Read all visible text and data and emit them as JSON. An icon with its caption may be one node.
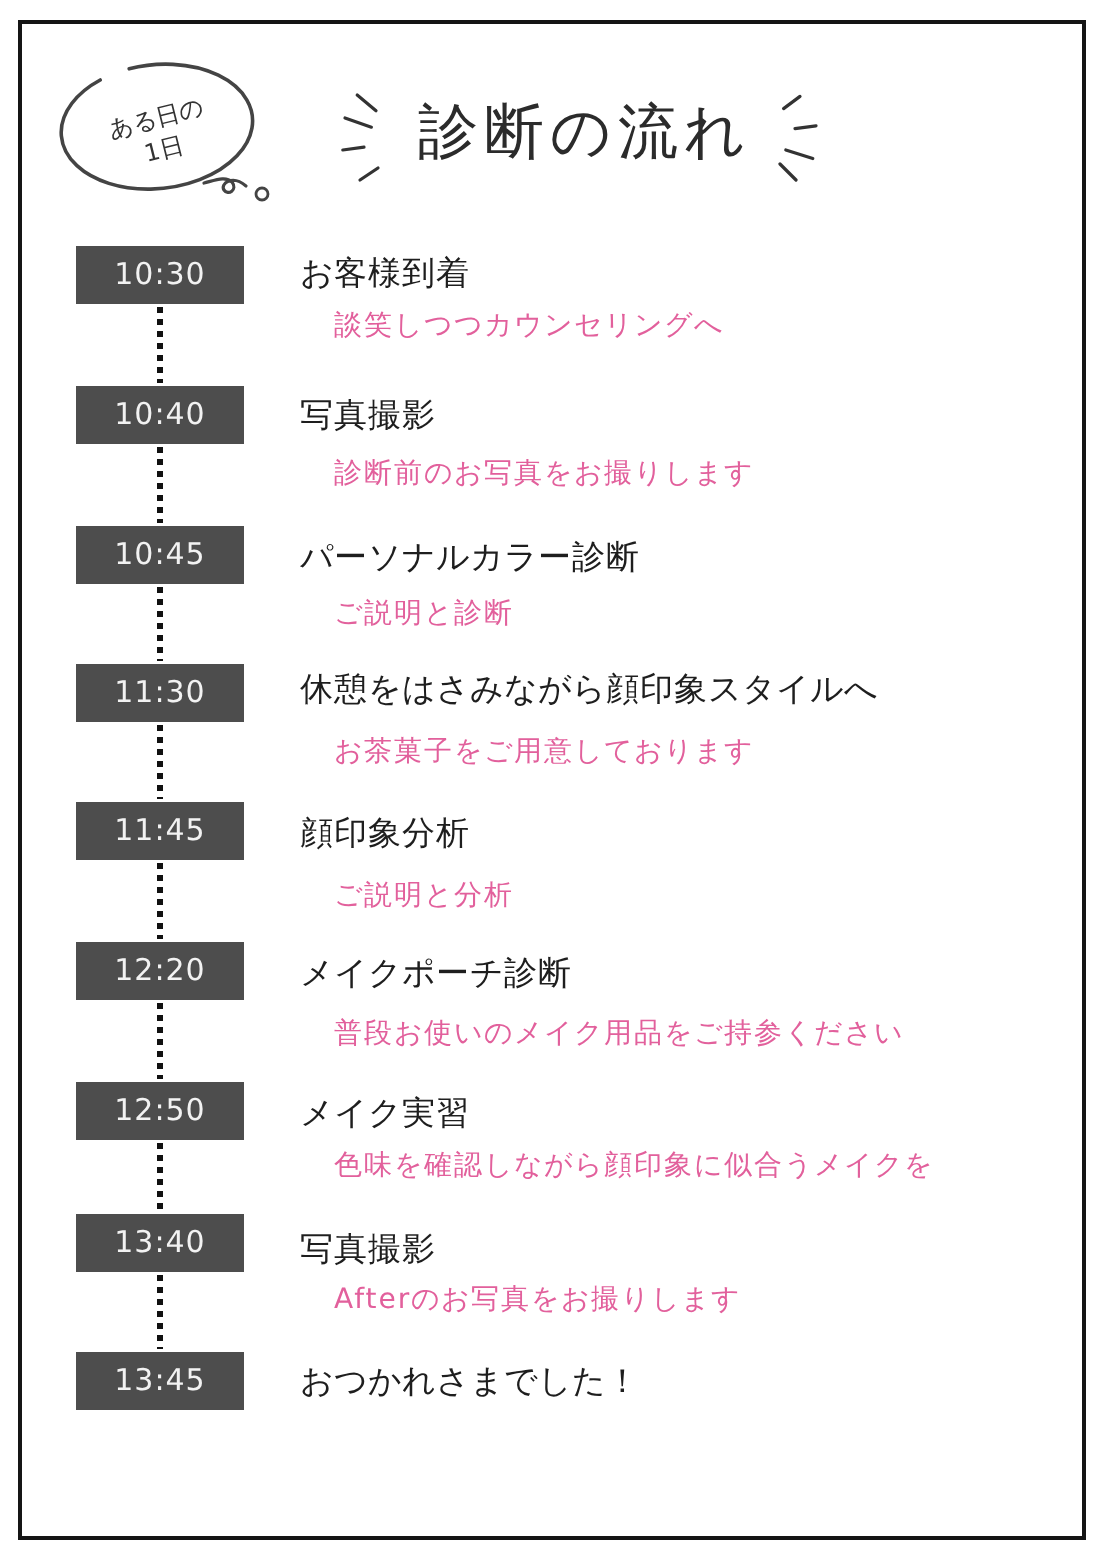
{
  "diagram": {
    "title": "診断の流れ",
    "nodes": [
      {
        "text": [
          "ある日の1日"
        ]
      },
      {
        "text": [
          "10:30"
        ],
        "beside": [
          "お客様到着",
          "談笑しつつカウンセリングへ"
        ]
      },
      {
        "text": [
          "10:40"
        ],
        "beside": [
          "写真撮影",
          "診断前のお写真をお撮りします"
        ]
      },
      {
        "text": [
          "10:45"
        ],
        "beside": [
          "パーソナルカラー診断",
          "ご説明と診断"
        ]
      },
      {
        "text": [
          "11:30"
        ],
        "beside": [
          "休憩をはさみながら顔印象スタイルへ",
          "お茶菓子をご用意しております"
        ]
      },
      {
        "text": [
          "11:45"
        ],
        "beside": [
          "顔印象分析",
          "ご説明と分析"
        ]
      },
      {
        "text": [
          "12:20"
        ],
        "beside": [
          "メイクポーチ診断",
          "普段お使いのメイク用品をご持参ください"
        ]
      },
      {
        "text": [
          "12:50"
        ],
        "beside": [
          "メイク実習",
          "色味を確認しながら顔印象に似合うメイクを"
        ]
      },
      {
        "text": [
          "13:40"
        ],
        "beside": [
          "写真撮影",
          "Afterのお写真をお撮りします"
        ]
      },
      {
        "text": [
          "13:45"
        ],
        "beside": [
          "おつかれさまでした！"
        ]
      }
    ],
    "edges": [
      {
        "from": 1,
        "to": 2,
        "arrow": "none"
      },
      {
        "from": 2,
        "to": 3,
        "arrow": "none"
      },
      {
        "from": 3,
        "to": 4,
        "arrow": "none"
      },
      {
        "from": 4,
        "to": 5,
        "arrow": "none"
      },
      {
        "from": 5,
        "to": 6,
        "arrow": "none"
      },
      {
        "from": 6,
        "to": 7,
        "arrow": "none"
      },
      {
        "from": 7,
        "to": 8,
        "arrow": "none"
      },
      {
        "from": 8,
        "to": 9,
        "arrow": "none"
      }
    ]
  }
}
